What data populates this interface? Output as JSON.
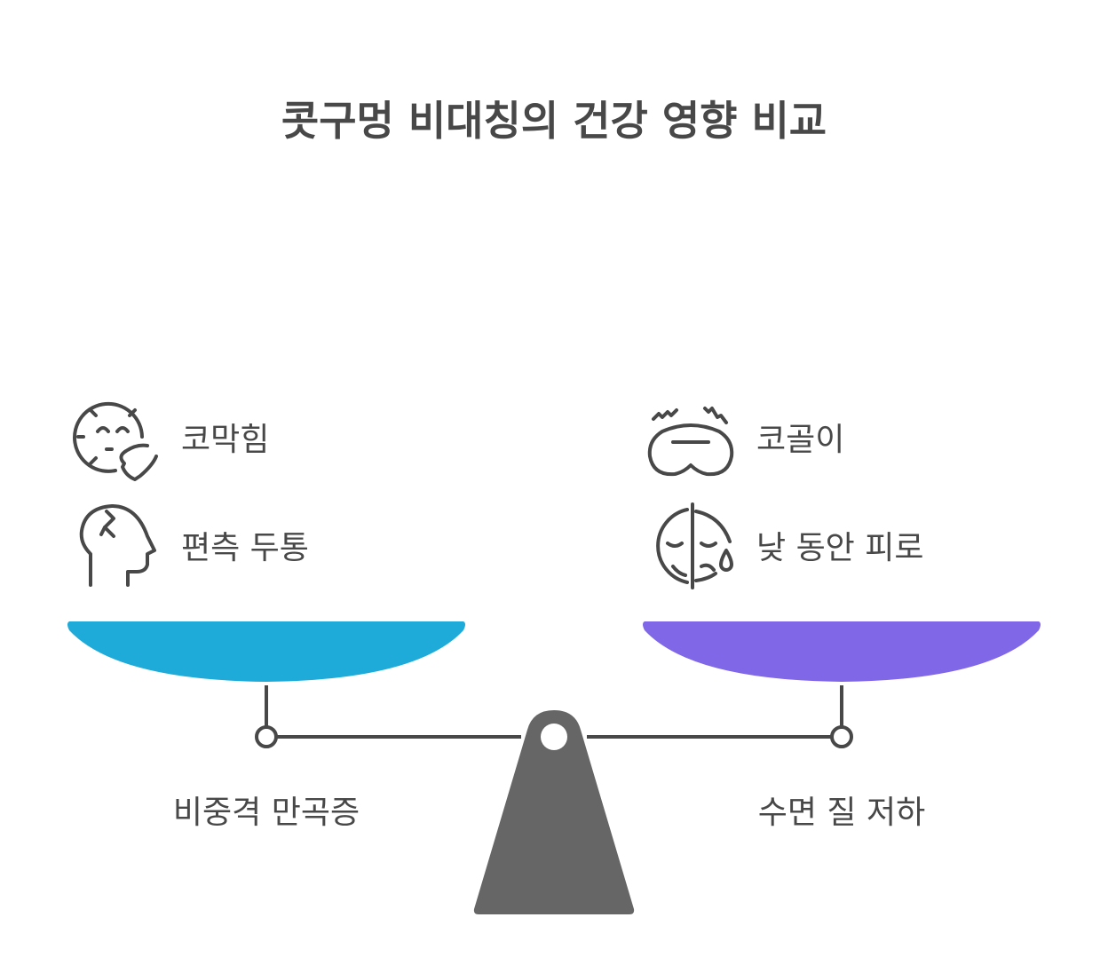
{
  "title": "콧구멍 비대칭의 건강 영향 비교",
  "colors": {
    "left_pan": "#1FABD9",
    "right_pan": "#7F67E8",
    "fulcrum": "#666666",
    "stroke": "#484848",
    "text": "#484848"
  },
  "left": {
    "category": "비중격 만곡증",
    "items": [
      {
        "label": "코막힘",
        "icon": "congested-face-icon"
      },
      {
        "label": "편측 두통",
        "icon": "headache-head-icon"
      }
    ]
  },
  "right": {
    "category": "수면 질 저하",
    "items": [
      {
        "label": "코골이",
        "icon": "sleep-mask-icon"
      },
      {
        "label": "낮 동안 피로",
        "icon": "tired-face-icon"
      }
    ]
  }
}
